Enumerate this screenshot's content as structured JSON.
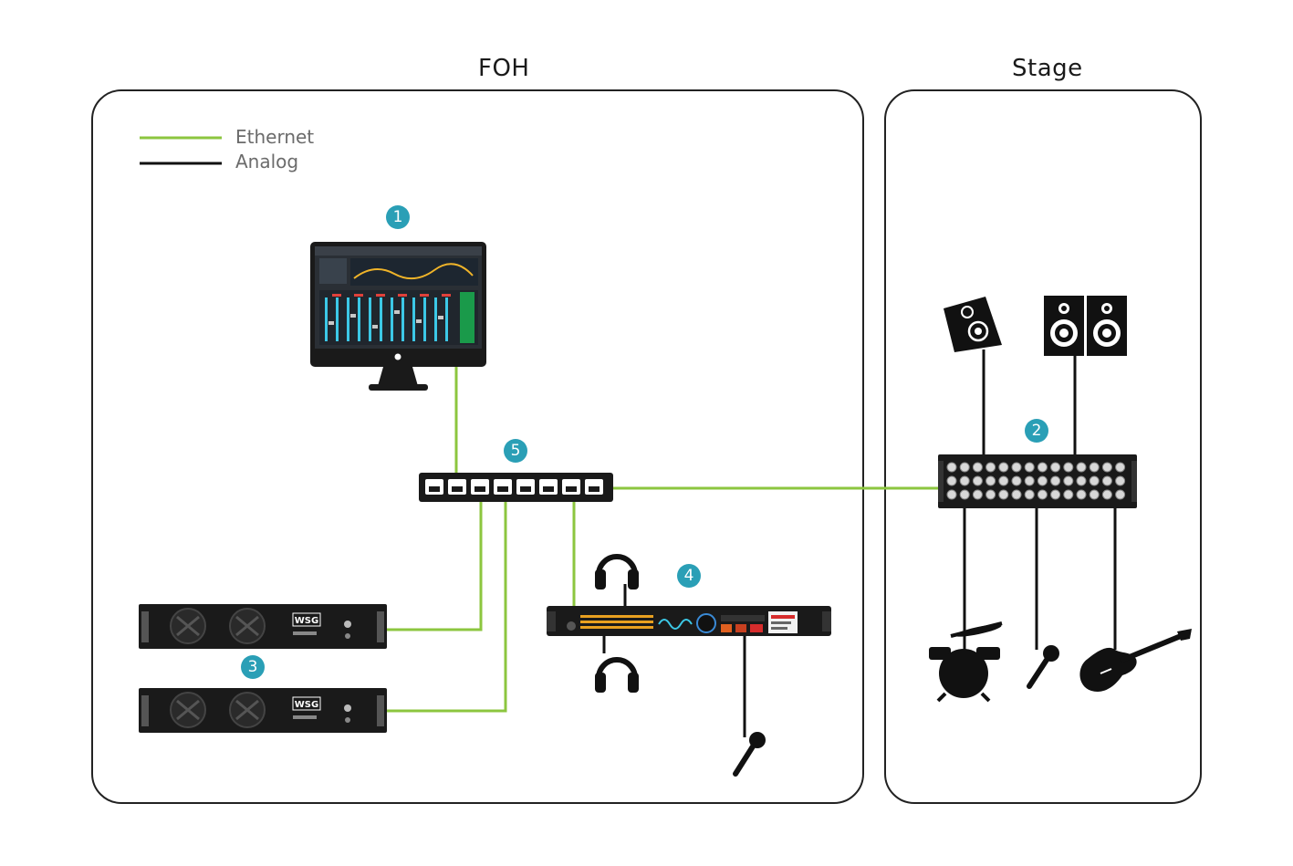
{
  "zones": {
    "foh": {
      "title": "FOH"
    },
    "stage": {
      "title": "Stage"
    }
  },
  "legend": {
    "ethernet": {
      "label": "Ethernet",
      "color": "#8cc63f"
    },
    "analog": {
      "label": "Analog",
      "color": "#111111"
    }
  },
  "badges": {
    "computer": "1",
    "stage_box": "2",
    "servers": "3",
    "io_interface": "4",
    "switch": "5"
  },
  "colors": {
    "badge": "#2a9fb6",
    "device": "#1a1a1a",
    "frame": "#222222",
    "screen_accent": "#3cc8e6"
  },
  "server_logo": "WSG"
}
